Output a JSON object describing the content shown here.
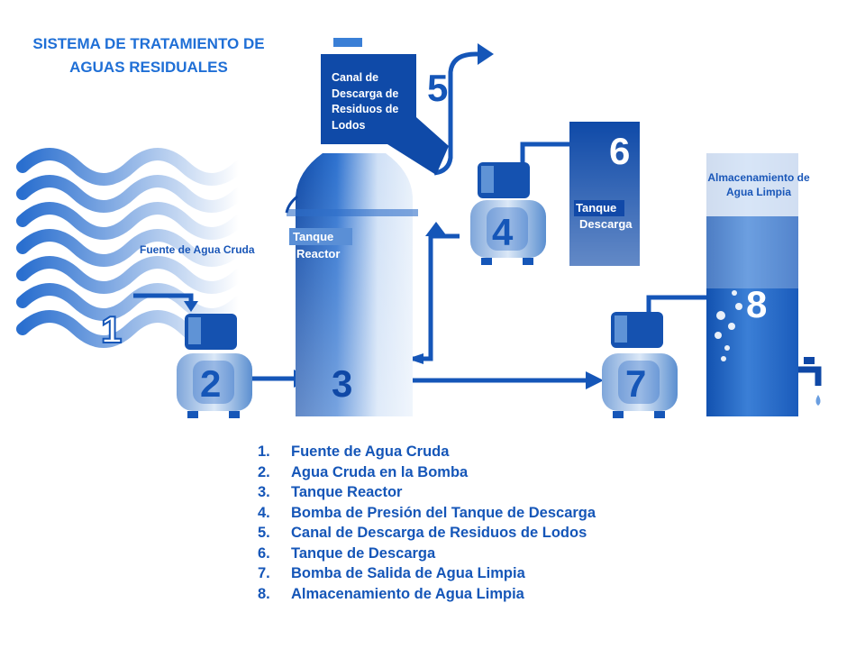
{
  "title": "SISTEMA DE TRATAMIENTO DE AGUAS RESIDUALES",
  "labels": {
    "raw_source": "Fuente de Agua Cruda",
    "reactor_line1": "Tanque",
    "reactor_line2": "Reactor",
    "channel": "Canal de Descarga de Residuos de Lodos",
    "discharge_line1": "Tanque",
    "discharge_line2": "Descarga",
    "storage": "Almacenamiento de Agua Limpia"
  },
  "step_numbers": [
    "1",
    "2",
    "3",
    "4",
    "5",
    "6",
    "7",
    "8"
  ],
  "legend": [
    {
      "num": "1.",
      "text": "Fuente de Agua Cruda"
    },
    {
      "num": "2.",
      "text": "Agua Cruda en la Bomba"
    },
    {
      "num": "3.",
      "text": "Tanque Reactor"
    },
    {
      "num": "4.",
      "text": "Bomba de Presión del Tanque de Descarga"
    },
    {
      "num": "5.",
      "text": "Canal de Descarga de Residuos de Lodos"
    },
    {
      "num": "6.",
      "text": "Tanque de Descarga"
    },
    {
      "num": "7.",
      "text": "Bomba de Salida de Agua Limpia"
    },
    {
      "num": "8.",
      "text": "Almacenamiento de Agua Limpia"
    }
  ],
  "colors": {
    "primary": "#1556b8",
    "dark": "#0f48a6",
    "light": "#9fc3ee",
    "title": "#1f6fd6"
  }
}
